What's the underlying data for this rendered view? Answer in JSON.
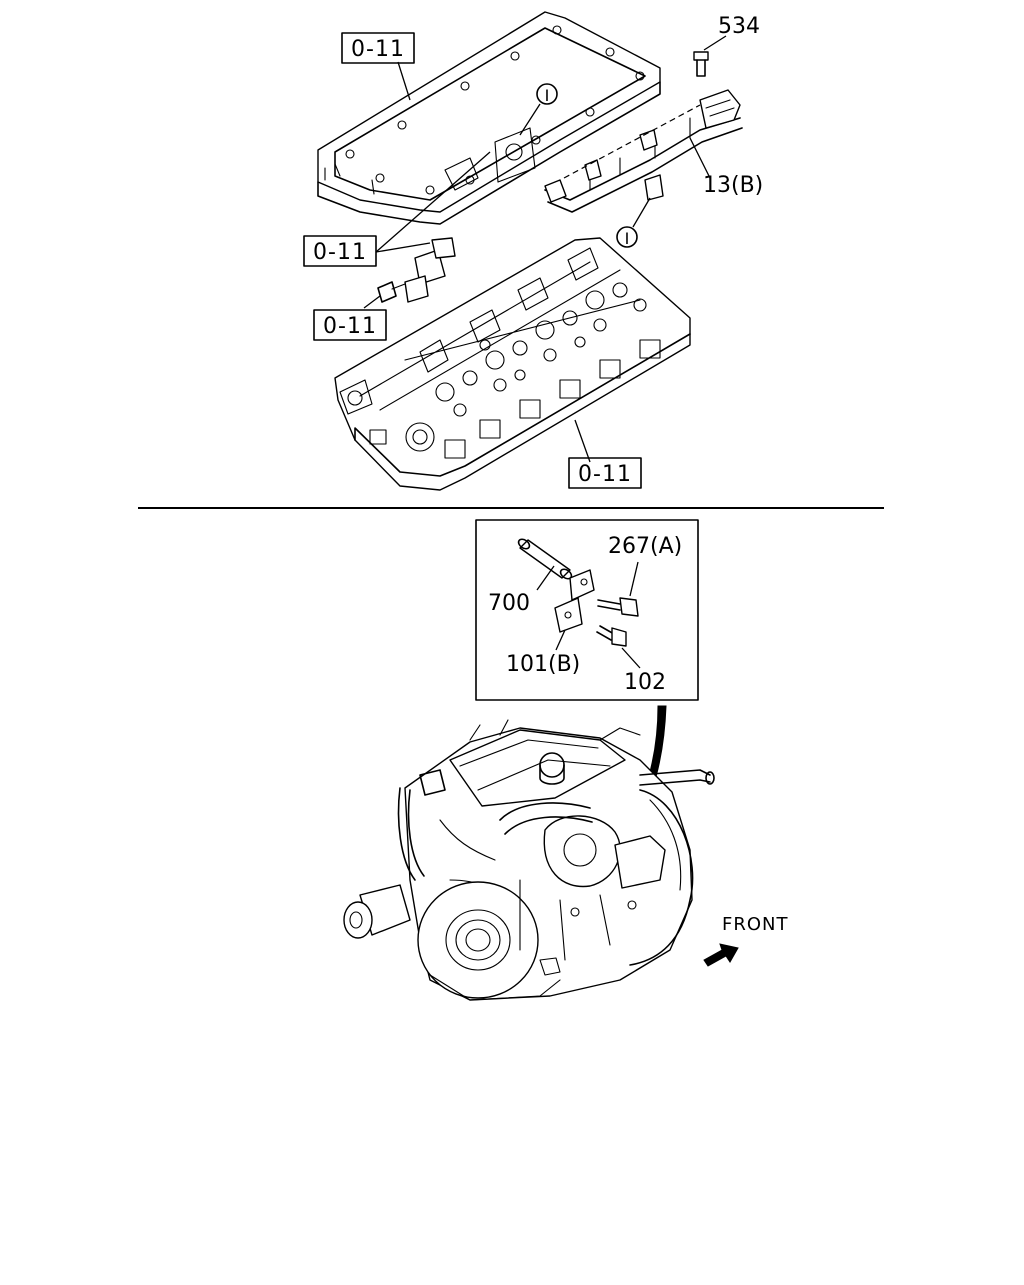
{
  "diagram": {
    "callouts": {
      "c534": "534",
      "c13b": "13(B)",
      "c267a": "267(A)",
      "c700": "700",
      "c101b": "101(B)",
      "c102": "102"
    },
    "reference_boxes": [
      "0-11",
      "0-11",
      "0-11",
      "0-11"
    ],
    "circle_markers": [
      "I",
      "I"
    ],
    "direction_label": "FRONT"
  }
}
